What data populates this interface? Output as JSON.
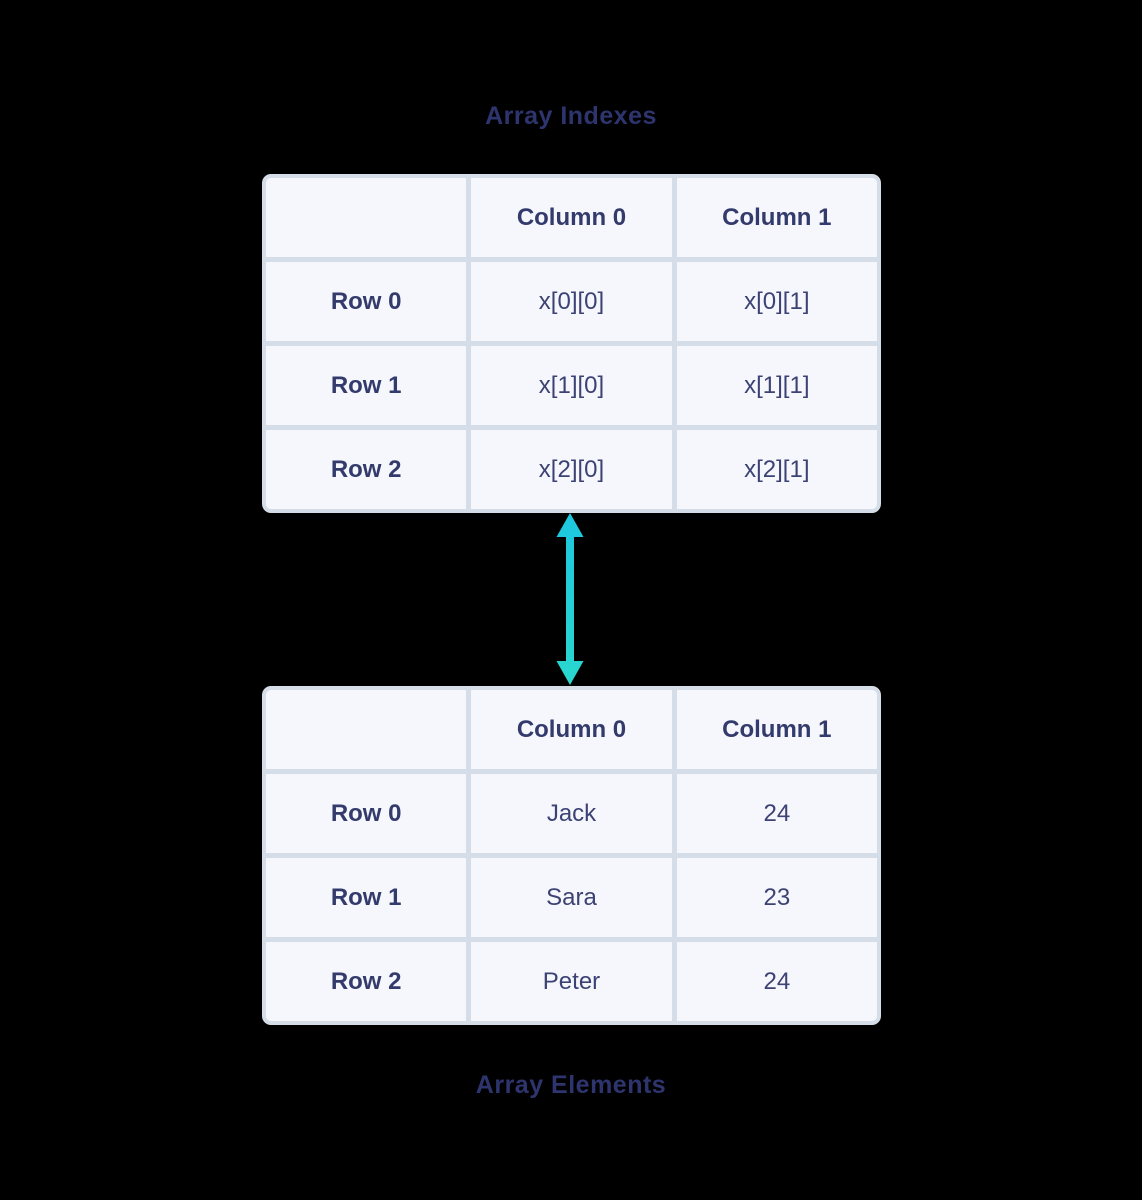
{
  "page": {
    "background_color": "#000000"
  },
  "titles": {
    "top": "Array Indexes",
    "bottom": "Array Elements"
  },
  "colors": {
    "title_text": "#2e356e",
    "cell_text": "#3c4273",
    "label_text": "#333a6c",
    "cell_background": "#f6f7fc",
    "table_border": "#d5dde8",
    "arrow_gradient_top": "#1dc7e0",
    "arrow_gradient_bottom": "#2ad7ce"
  },
  "index_table": {
    "headers": [
      "",
      "Column 0",
      "Column 1"
    ],
    "rows": [
      {
        "label": "Row 0",
        "cells": [
          "x[0][0]",
          "x[0][1]"
        ]
      },
      {
        "label": "Row 1",
        "cells": [
          "x[1][0]",
          "x[1][1]"
        ]
      },
      {
        "label": "Row 2",
        "cells": [
          "x[2][0]",
          "x[2][1]"
        ]
      }
    ]
  },
  "element_table": {
    "headers": [
      "",
      "Column 0",
      "Column 1"
    ],
    "rows": [
      {
        "label": "Row 0",
        "cells": [
          "Jack",
          "24"
        ]
      },
      {
        "label": "Row 1",
        "cells": [
          "Sara",
          "23"
        ]
      },
      {
        "label": "Row 2",
        "cells": [
          "Peter",
          "24"
        ]
      }
    ]
  },
  "arrow": {
    "meaning": "maps-indexes-to-elements"
  }
}
